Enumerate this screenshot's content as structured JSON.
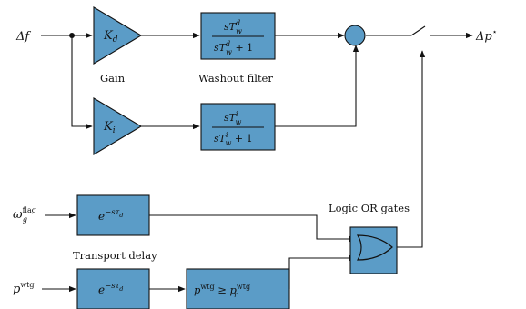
{
  "signals": {
    "input_df": {
      "text": "Δf"
    },
    "output_dp": {
      "text": "Δp",
      "sup": "⋆"
    },
    "omega_flag": {
      "base": "ω",
      "sub": "g",
      "sup": "flag"
    },
    "p_wtg": {
      "base": "p",
      "sup": "wtg"
    }
  },
  "blocks": {
    "gain_d": {
      "base": "K",
      "sub": "d"
    },
    "gain_i": {
      "base": "K",
      "sub": "i"
    },
    "washout_d": {
      "num": "sT",
      "num_sub": "w",
      "num_sup": "d",
      "den": "sT",
      "den_sub": "w",
      "den_sup": "d",
      "den_tail": " + 1"
    },
    "washout_i": {
      "num": "sT",
      "num_sub": "w",
      "num_sup": "i",
      "den": "sT",
      "den_sub": "w",
      "den_sup": "i",
      "den_tail": " + 1"
    },
    "delay_top": {
      "base": "e",
      "sup": "−sτ",
      "sup_sub": "d"
    },
    "delay_bottom": {
      "base": "e",
      "sup": "−sτ",
      "sup_sub": "d"
    },
    "comparator": {
      "left": "p",
      "left_sup": "wtg",
      "op": " ≥ ",
      "right": "p",
      "right_sub": "r",
      "right_sup": "wtg"
    }
  },
  "captions": {
    "gain": "Gain",
    "washout": "Washout filter",
    "transport_delay": "Transport delay",
    "logic_or": "Logic OR gates"
  },
  "colors": {
    "block_fill": "#5b9cc7",
    "line": "#111111"
  }
}
